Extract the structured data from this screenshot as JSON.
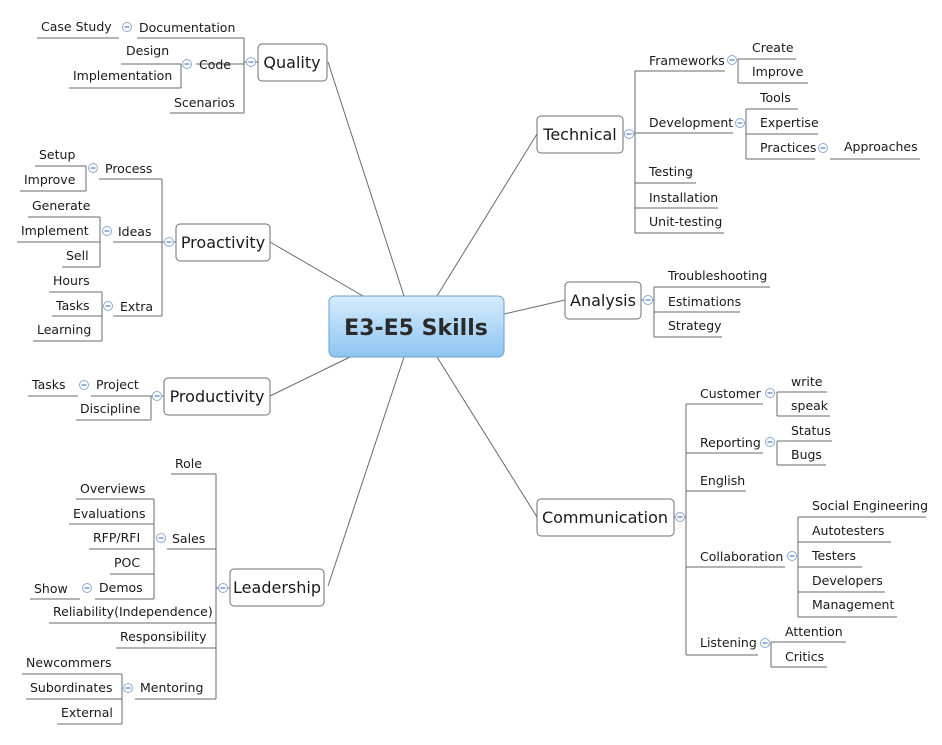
{
  "root": "E3-E5 Skills",
  "branches": {
    "quality": {
      "label": "Quality",
      "documentation": "Documentation",
      "case_study": "Case Study",
      "code": "Code",
      "design": "Design",
      "implementation": "Implementation",
      "scenarios": "Scenarios"
    },
    "proactivity": {
      "label": "Proactivity",
      "process": "Process",
      "setup": "Setup",
      "improve": "Improve",
      "ideas": "Ideas",
      "generate": "Generate",
      "implement": "Implement",
      "sell": "Sell",
      "extra": "Extra",
      "hours": "Hours",
      "tasks": "Tasks",
      "learning": "Learning"
    },
    "productivity": {
      "label": "Productivity",
      "project": "Project",
      "tasks": "Tasks",
      "discipline": "Discipline"
    },
    "leadership": {
      "label": "Leadership",
      "role": "Role",
      "sales": "Sales",
      "overviews": "Overviews",
      "evaluations": "Evaluations",
      "rfp": "RFP/RFI",
      "poc": "POC",
      "demos": "Demos",
      "show": "Show",
      "reliability": "Reliability(Independence)",
      "responsibility": "Responsibility",
      "mentoring": "Mentoring",
      "newcommers": "Newcommers",
      "subordinates": "Subordinates",
      "external": "External"
    },
    "technical": {
      "label": "Technical",
      "frameworks": "Frameworks",
      "create": "Create",
      "improve": "Improve",
      "development": "Development",
      "tools": "Tools",
      "expertise": "Expertise",
      "practices": "Practices",
      "approaches": "Approaches",
      "testing": "Testing",
      "installation": "Installation",
      "unit_testing": "Unit-testing"
    },
    "analysis": {
      "label": "Analysis",
      "troubleshooting": "Troubleshooting",
      "estimations": "Estimations",
      "strategy": "Strategy"
    },
    "communication": {
      "label": "Communication",
      "customer": "Customer",
      "write": "write",
      "speak": "speak",
      "reporting": "Reporting",
      "status": "Status",
      "bugs": "Bugs",
      "english": "English",
      "collaboration": "Collaboration",
      "social_engineering": "Social Engineering",
      "autotesters": "Autotesters",
      "testers": "Testers",
      "developers": "Developers",
      "management": "Management",
      "listening": "Listening",
      "attention": "Attention",
      "critics": "Critics"
    }
  },
  "colors": {
    "root_fill_top": "#d6ecfd",
    "root_fill_bottom": "#8ec4f2",
    "root_border": "#6d9fd0",
    "line": "#6a6a6a",
    "collapse_marker": "#4e7fc7"
  }
}
